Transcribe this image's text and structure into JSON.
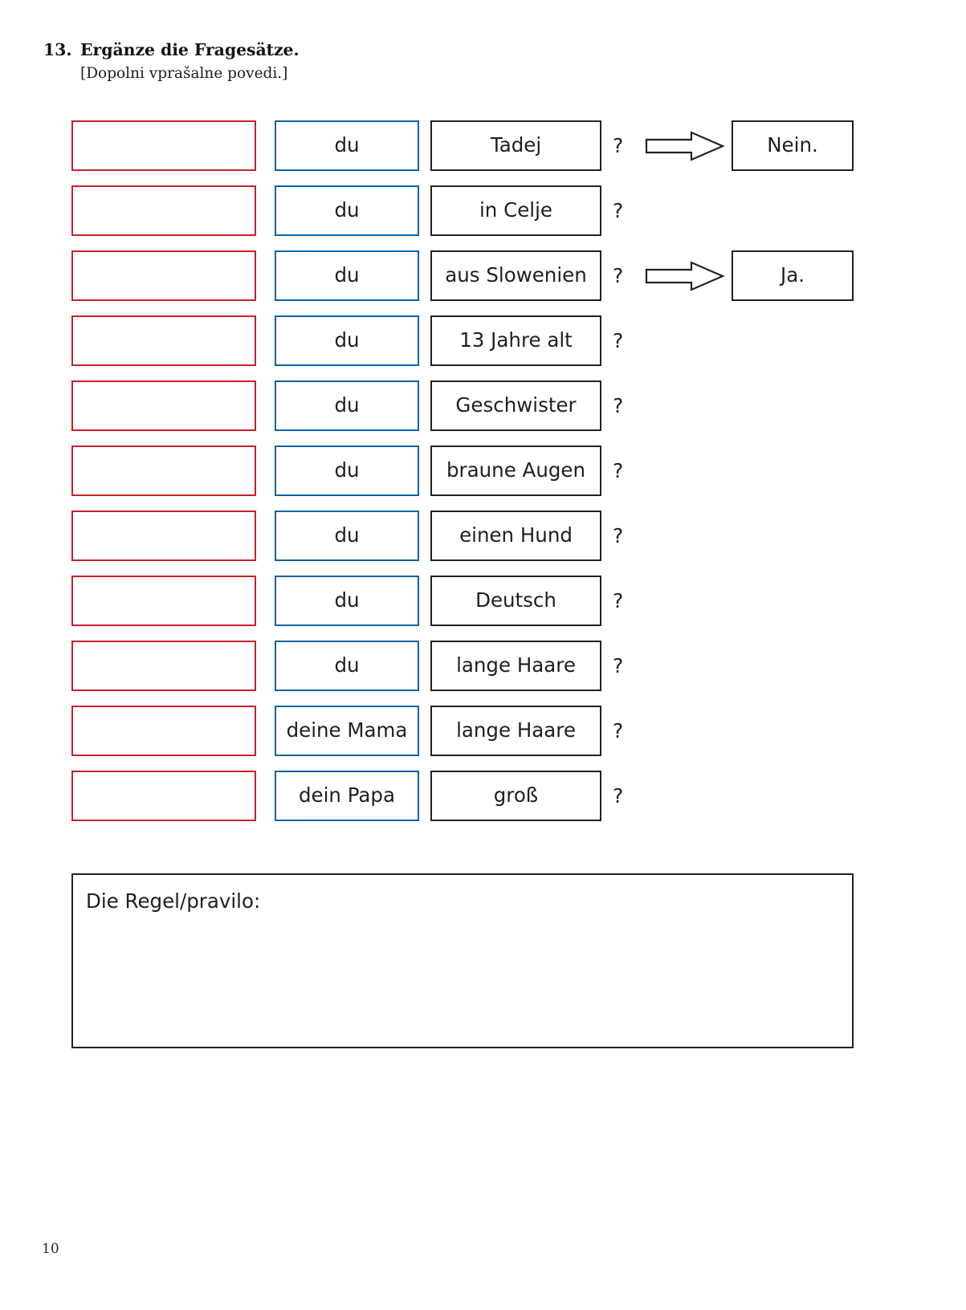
{
  "exercise": {
    "number": "13.",
    "title": "Ergänze die Fragesätze.",
    "subtitle": "[Dopolni vprašalne povedi.]"
  },
  "colors": {
    "blank_border": "#c8202b",
    "subject_border": "#0c63a6",
    "complement_border": "#222222",
    "text": "#1f1f1f"
  },
  "table": {
    "question_mark": "?",
    "blank_placeholder": "",
    "rows": [
      {
        "blank": "",
        "subject": "du",
        "complement": "Tadej",
        "question": "?",
        "has_arrow": true,
        "answer": "Nein."
      },
      {
        "blank": "",
        "subject": "du",
        "complement": "in Celje",
        "question": "?",
        "has_arrow": false,
        "answer": ""
      },
      {
        "blank": "",
        "subject": "du",
        "complement": "aus Slowenien",
        "question": "?",
        "has_arrow": true,
        "answer": "Ja."
      },
      {
        "blank": "",
        "subject": "du",
        "complement": "13 Jahre alt",
        "question": "?",
        "has_arrow": false,
        "answer": ""
      },
      {
        "blank": "",
        "subject": "du",
        "complement": "Geschwister",
        "question": "?",
        "has_arrow": false,
        "answer": ""
      },
      {
        "blank": "",
        "subject": "du",
        "complement": "braune Augen",
        "question": "?",
        "has_arrow": false,
        "answer": ""
      },
      {
        "blank": "",
        "subject": "du",
        "complement": "einen Hund",
        "question": "?",
        "has_arrow": false,
        "answer": ""
      },
      {
        "blank": "",
        "subject": "du",
        "complement": "Deutsch",
        "question": "?",
        "has_arrow": false,
        "answer": ""
      },
      {
        "blank": "",
        "subject": "du",
        "complement": "lange Haare",
        "question": "?",
        "has_arrow": false,
        "answer": ""
      },
      {
        "blank": "",
        "subject": "deine Mama",
        "complement": "lange Haare",
        "question": "?",
        "has_arrow": false,
        "answer": ""
      },
      {
        "blank": "",
        "subject": "dein Papa",
        "complement": "groß",
        "question": "?",
        "has_arrow": false,
        "answer": ""
      }
    ]
  },
  "rule_box": {
    "label": "Die Regel/pravilo:",
    "content": ""
  },
  "footer": {
    "page_number": "10"
  }
}
